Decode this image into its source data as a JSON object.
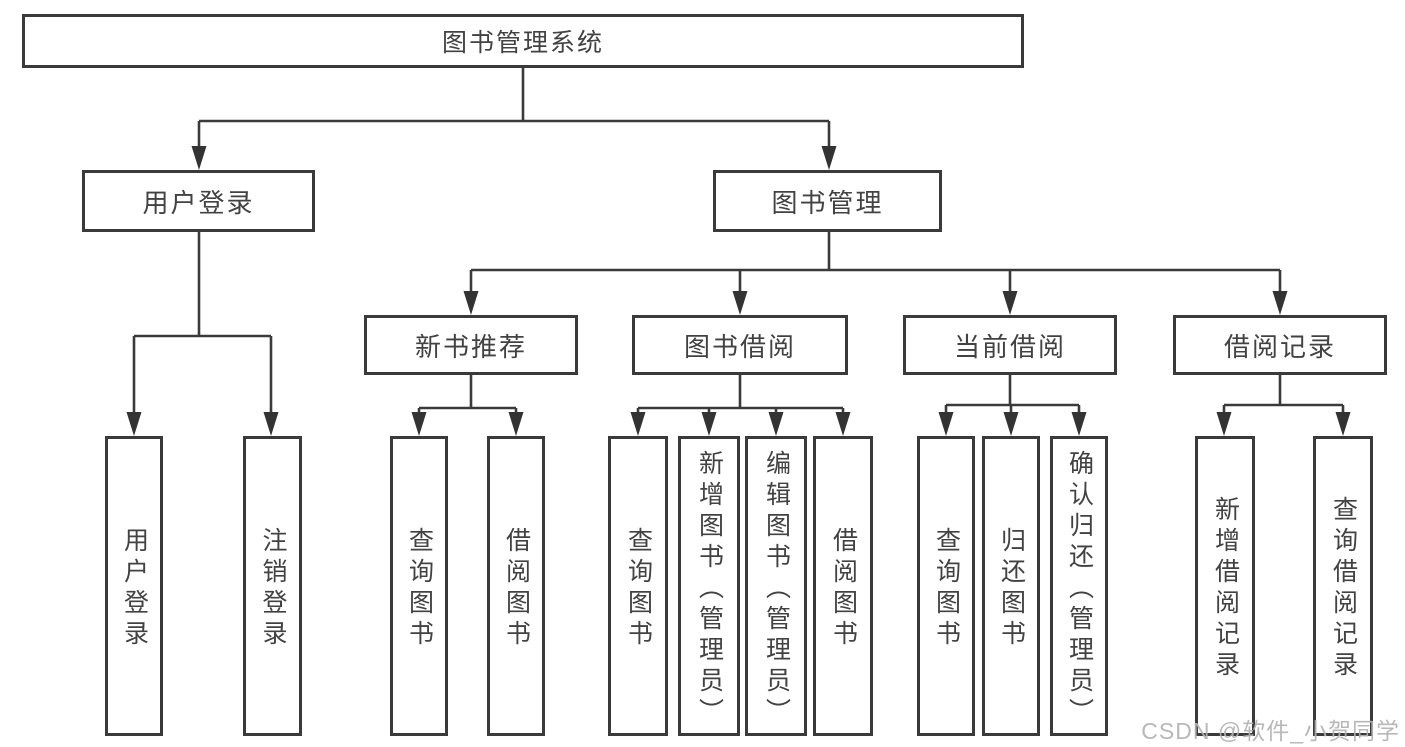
{
  "diagram": {
    "title": "图书管理系统",
    "tree": {
      "label": "图书管理系统",
      "children": [
        {
          "label": "用户登录",
          "children": [
            {
              "label": "用户登录"
            },
            {
              "label": "注销登录"
            }
          ]
        },
        {
          "label": "图书管理",
          "children": [
            {
              "label": "新书推荐",
              "children": [
                {
                  "label": "查询图书"
                },
                {
                  "label": "借阅图书"
                }
              ]
            },
            {
              "label": "图书借阅",
              "children": [
                {
                  "label": "查询图书"
                },
                {
                  "label": "新增图书（管理员）"
                },
                {
                  "label": "编辑图书（管理员）"
                },
                {
                  "label": "借阅图书"
                }
              ]
            },
            {
              "label": "当前借阅",
              "children": [
                {
                  "label": "查询图书"
                },
                {
                  "label": "归还图书"
                },
                {
                  "label": "确认归还（管理员）"
                }
              ]
            },
            {
              "label": "借阅记录",
              "children": [
                {
                  "label": "新增借阅记录"
                },
                {
                  "label": "查询借阅记录"
                }
              ]
            }
          ]
        }
      ]
    }
  },
  "watermark": {
    "text": "CSDN @软件_小贺同学"
  },
  "colors": {
    "line": "#3a3a3a",
    "box_border": "#3a3a3a",
    "text": "#424242",
    "background": "#ffffff",
    "watermark": "#b2b2b2"
  }
}
